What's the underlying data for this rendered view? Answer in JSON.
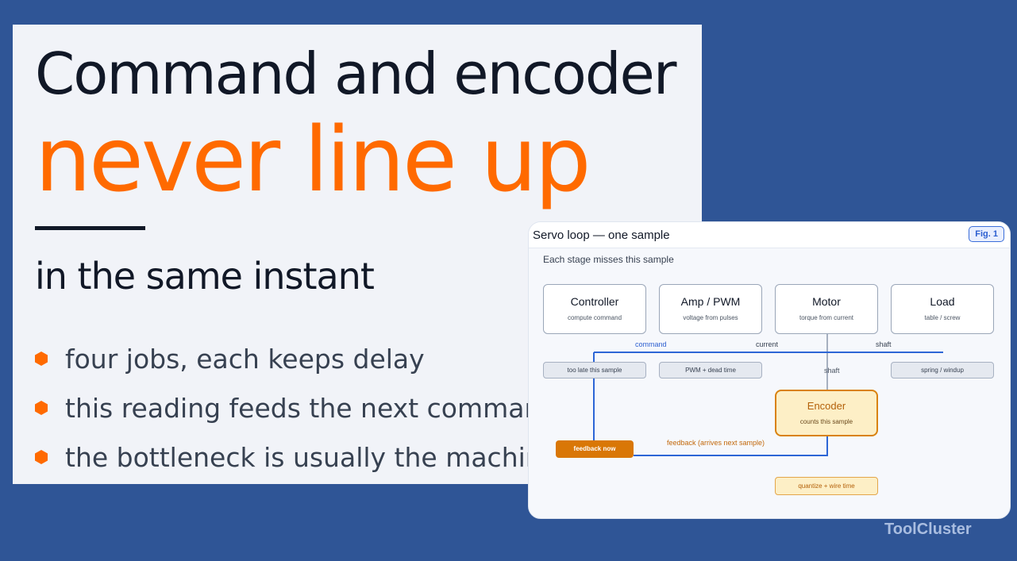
{
  "slide": {
    "title_line1": "Command and encoder",
    "title_line2": "never line up",
    "subtitle": "in the same instant",
    "bullets": [
      "four jobs, each keeps delay",
      "this reading feeds the next command",
      "the bottleneck is usually the machine"
    ]
  },
  "figure": {
    "title": "Servo loop — one sample",
    "badge": "Fig. 1",
    "subtitle": "Each stage misses this sample",
    "stages": [
      {
        "name": "Controller",
        "desc": "compute command",
        "note": "too late this sample"
      },
      {
        "name": "Amp / PWM",
        "desc": "voltage from pulses",
        "note": "PWM + dead time"
      },
      {
        "name": "Motor",
        "desc": "torque from current",
        "note": ""
      },
      {
        "name": "Load",
        "desc": "table / screw",
        "note": "spring / windup"
      }
    ],
    "wires": {
      "command": "command",
      "current": "current",
      "shaft_top": "shaft",
      "shaft_mid": "shaft",
      "feedback": "feedback (arrives next sample)"
    },
    "encoder": {
      "name": "Encoder",
      "desc": "counts this sample",
      "note": "quantize + wire time"
    },
    "feedback_now": "feedback now"
  },
  "brand": "ToolCluster",
  "colors": {
    "background": "#2f5596",
    "accent": "#ff6a00",
    "wire_blue": "#2d66d6",
    "encoder_orange": "#d97706"
  }
}
